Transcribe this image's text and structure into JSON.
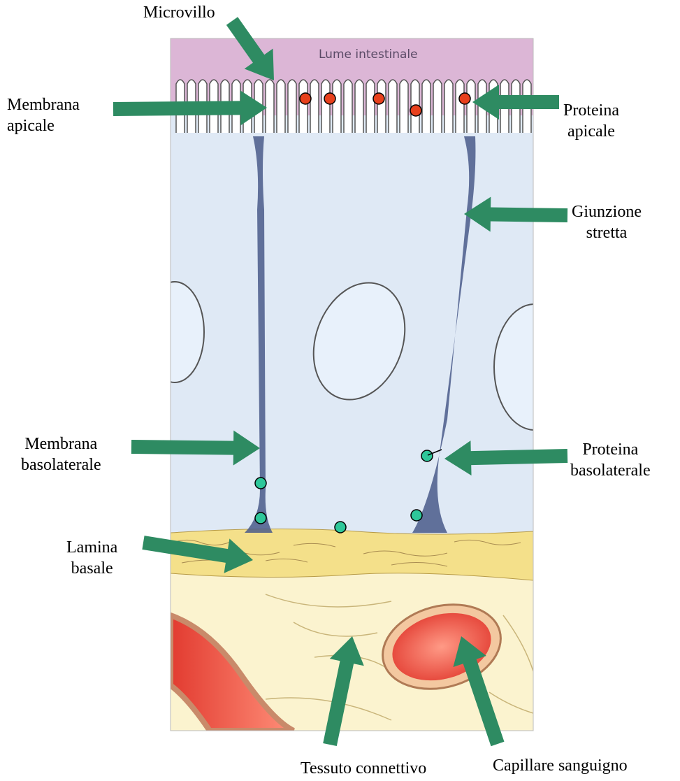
{
  "diagram": {
    "lumen_text": "Lume intestinale",
    "labels": {
      "microvillo": "Microvillo",
      "membrana_apicale": [
        "Membrana",
        "apicale"
      ],
      "proteina_apicale": [
        "Proteina",
        "apicale"
      ],
      "giunzione_stretta": [
        "Giunzione",
        "stretta"
      ],
      "membrana_basolaterale": [
        "Membrana",
        "basolaterale"
      ],
      "proteina_basolaterale": [
        "Proteina",
        "basolaterale"
      ],
      "lamina_basale": [
        "Lamina",
        "basale"
      ],
      "tessuto_connettivo": "Tessuto connettivo",
      "capillare_sanguigno": "Capillare sanguigno"
    },
    "colors": {
      "arrow": "#2e8b62",
      "apical_protein": "#e8401c",
      "basolateral_protein": "#2ec79a",
      "lumen": "#dcb6d6",
      "cytoplasm": "#dfe9f5",
      "membrane": "#4a5a8a",
      "basal_lamina": "#f4e08a",
      "connective": "#fbf3cf",
      "blood": "#e8473c"
    }
  }
}
